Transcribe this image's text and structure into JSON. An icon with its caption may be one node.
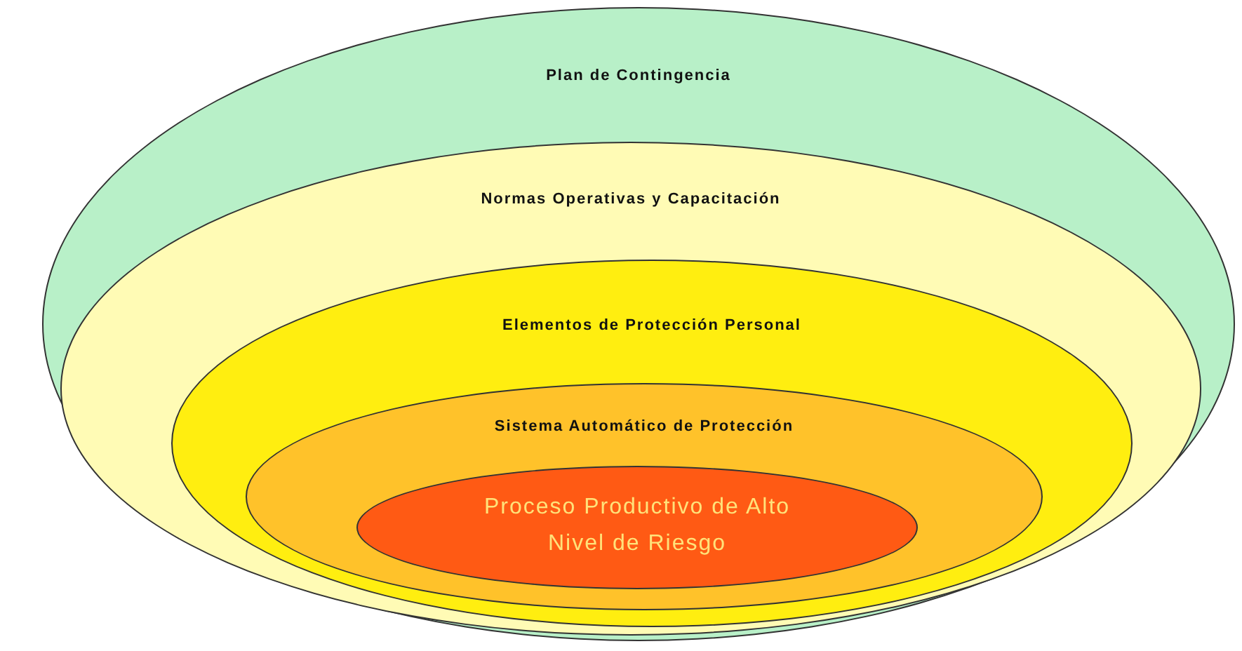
{
  "diagram": {
    "nodes": [
      {
        "text": [
          "Plan de Contingencia"
        ]
      },
      {
        "text": [
          "Normas Operativas y Capacitación"
        ],
        "in": 0
      },
      {
        "text": [
          "Elementos de Protección Personal"
        ],
        "in": 1
      },
      {
        "text": [
          "Sistema Automático de Protección"
        ],
        "in": 2
      },
      {
        "text": [
          "Proceso Productivo de Alto Nivel de Riesgo"
        ],
        "in": 3
      }
    ]
  }
}
